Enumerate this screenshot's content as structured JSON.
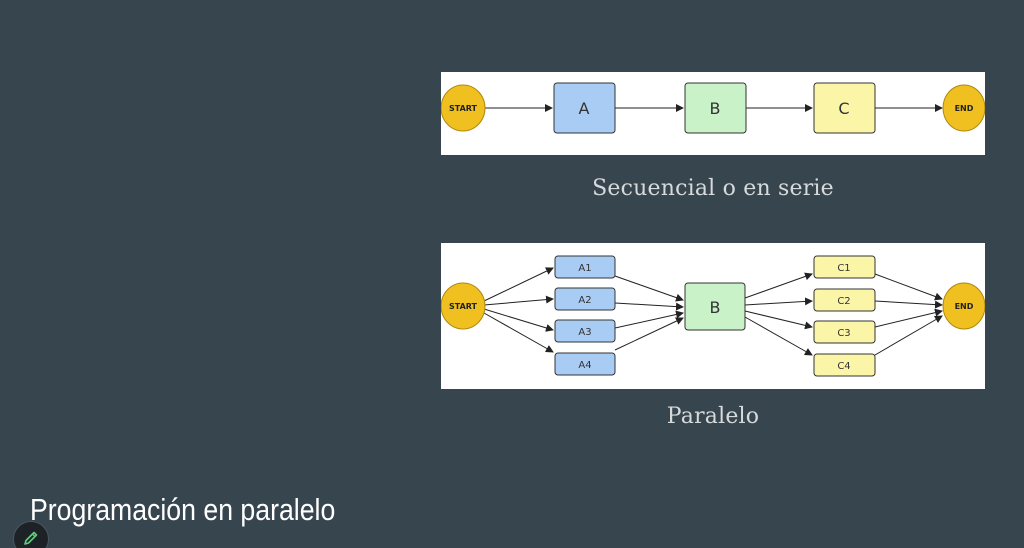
{
  "slide": {
    "title": "Programación en paralelo"
  },
  "serial_diagram": {
    "caption": "Secuencial o en serie",
    "start_label": "START",
    "end_label": "END",
    "nodes": [
      "A",
      "B",
      "C"
    ]
  },
  "parallel_diagram": {
    "caption": "Paralelo",
    "start_label": "START",
    "end_label": "END",
    "a_nodes": [
      "A1",
      "A2",
      "A3",
      "A4"
    ],
    "middle_node": "B",
    "c_nodes": [
      "C1",
      "C2",
      "C3",
      "C4"
    ]
  },
  "colors": {
    "background": "#37454f",
    "terminal": "#f0c020",
    "node_a": "#a9ccf4",
    "node_b": "#c9f2c9",
    "node_c": "#fbf5a8"
  },
  "toolbar": {
    "pen_icon": "pencil-icon"
  }
}
